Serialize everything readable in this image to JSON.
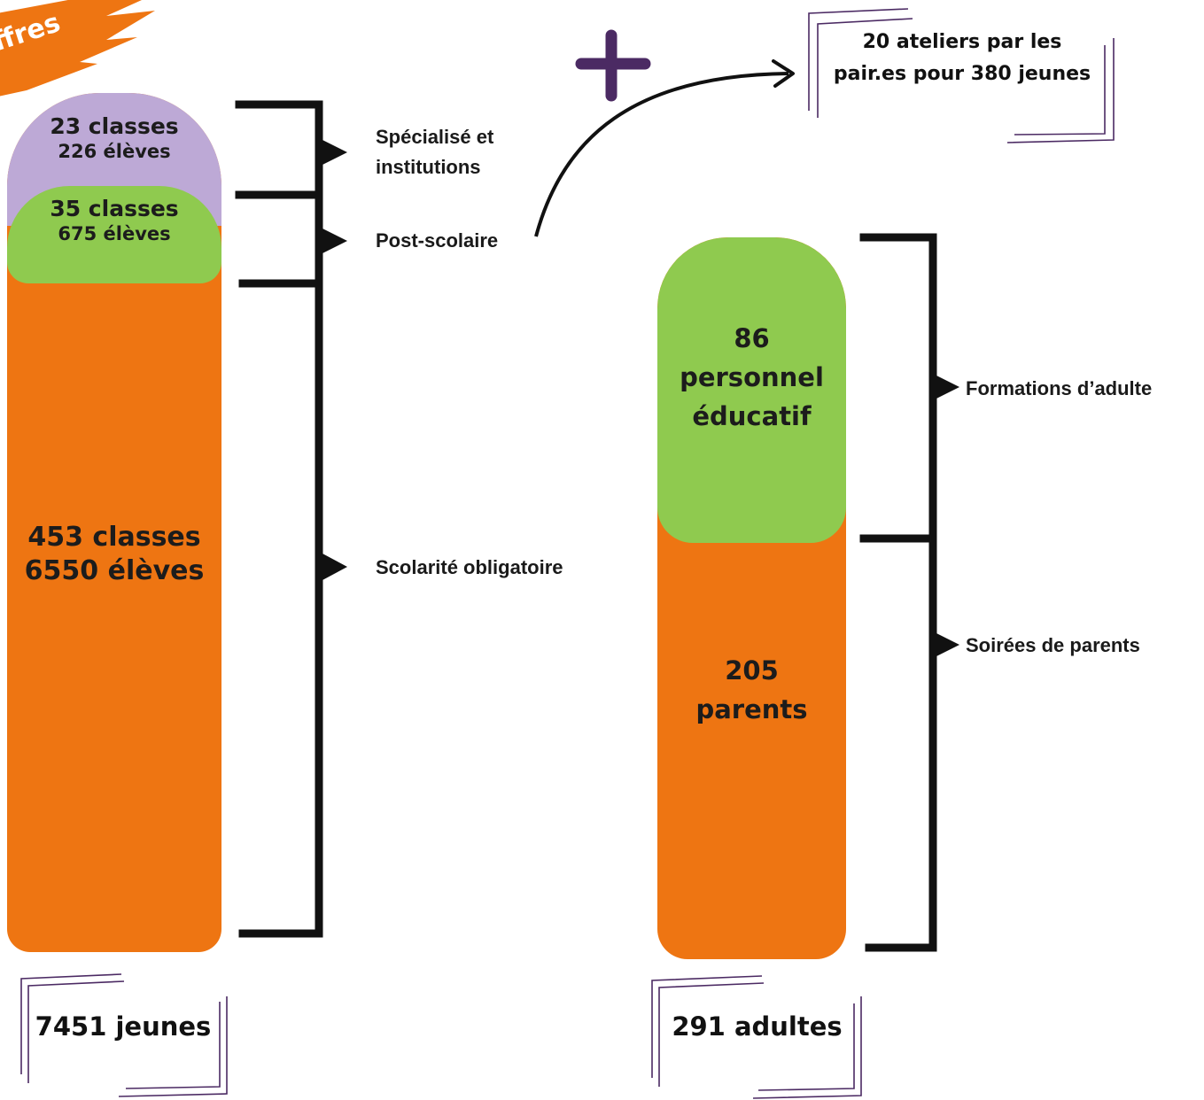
{
  "banner": {
    "text": "ffres"
  },
  "left_bar": {
    "segments": [
      {
        "line1": "23 classes",
        "line2": "226 élèves",
        "color": "#bda9d6"
      },
      {
        "line1": "35 classes",
        "line2": "675 élèves",
        "color": "#8fca4f"
      },
      {
        "line1": "453 classes",
        "line2": "6550 élèves",
        "color": "#ee7512"
      }
    ],
    "total": "7451 jeunes"
  },
  "left_labels": {
    "specialise": "Spécialisé et\ninstitutions",
    "post_scolaire": "Post-scolaire",
    "obligatoire": "Scolarité obligatoire"
  },
  "plus_box": {
    "text": "20 ateliers par les pair.es pour 380 jeunes"
  },
  "right_bar": {
    "segments": [
      {
        "line1": "86",
        "line2": "personnel",
        "line3": "éducatif",
        "color": "#8fca4f"
      },
      {
        "line1": "205",
        "line2": "parents",
        "color": "#ee7512"
      }
    ],
    "total": "291 adultes"
  },
  "right_labels": {
    "formations": "Formations d’adulte",
    "soirees": "Soirées de parents"
  },
  "colors": {
    "orange": "#ee7512",
    "green": "#8fca4f",
    "lavender": "#bda9d6",
    "purple": "#4b2a63",
    "frame": "#4b2a63"
  }
}
